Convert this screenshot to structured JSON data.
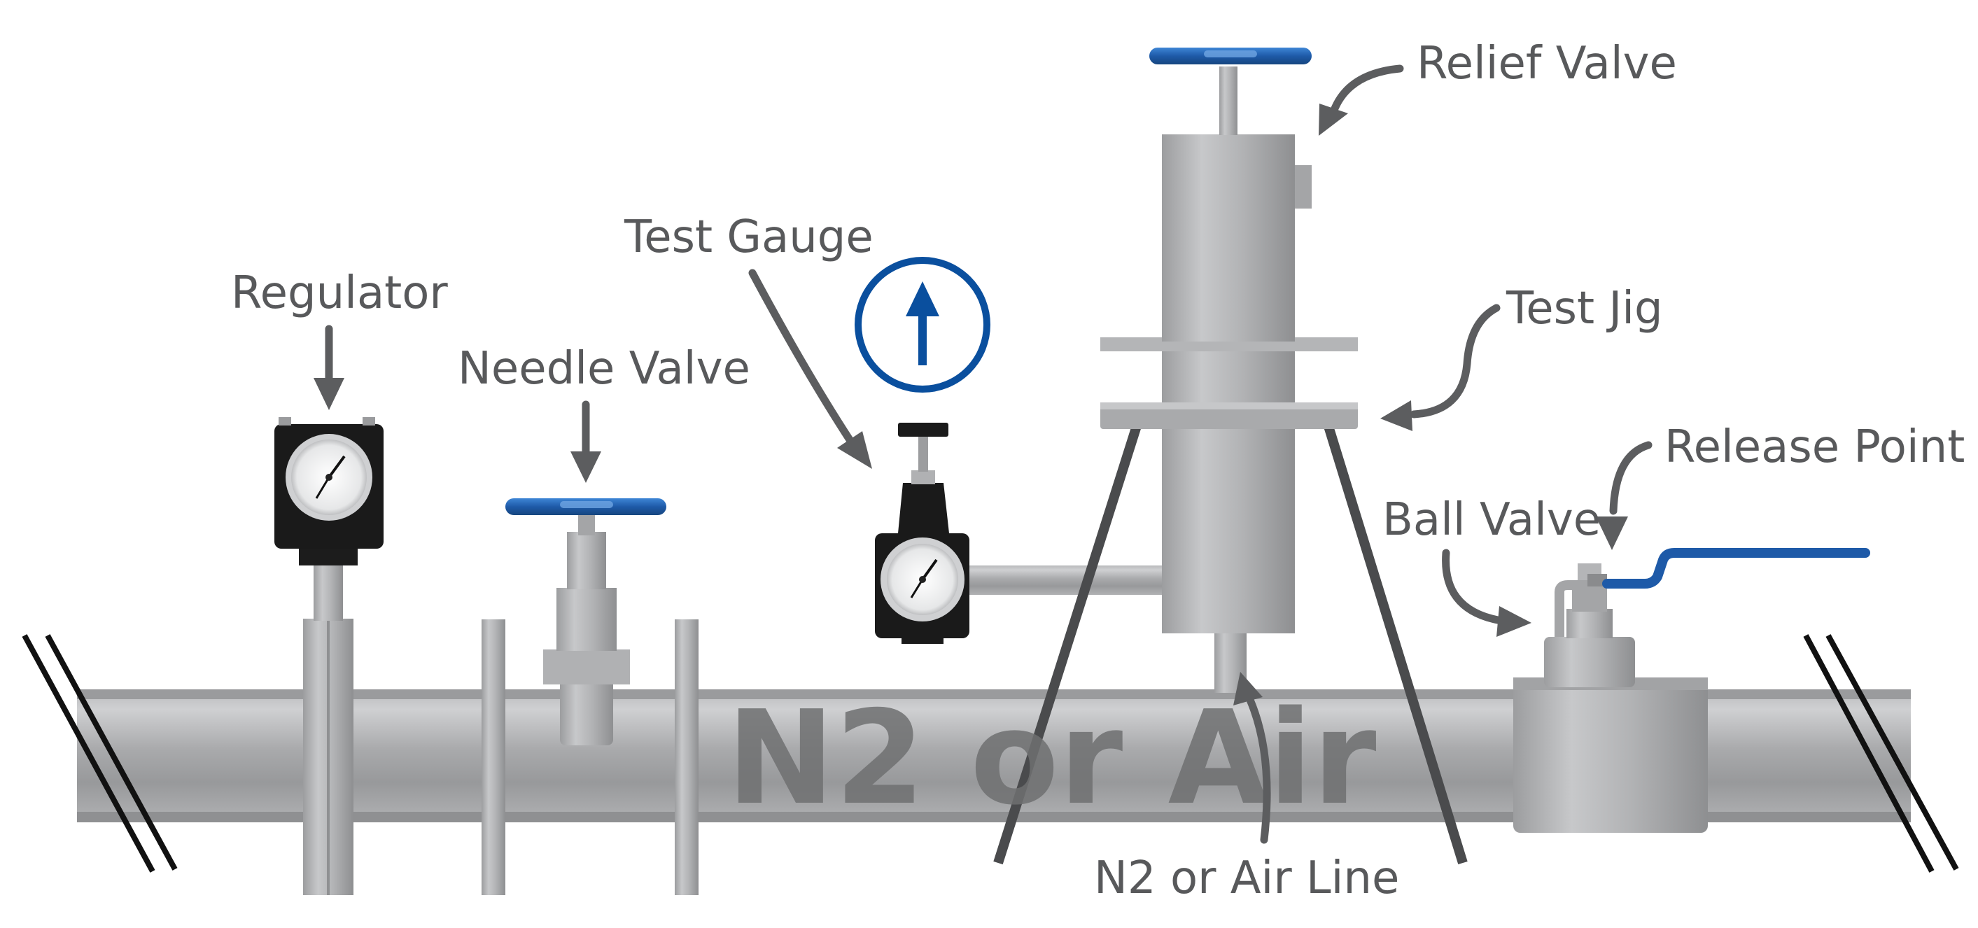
{
  "labels": {
    "regulator": "Regulator",
    "needle_valve": "Needle Valve",
    "test_gauge": "Test Gauge",
    "relief_valve": "Relief Valve",
    "test_jig": "Test Jig",
    "release_point": "Release Point",
    "ball_valve": "Ball Valve",
    "line": "N2 or Air Line"
  },
  "pipe_text": "N2 or Air",
  "colors": {
    "pipe_mid": "#a7a8aa",
    "pipe_light": "#c9cacc",
    "pipe_dark": "#8a8b8d",
    "handle_blue": "#1e5aa8",
    "gauge_black": "#1a1a1a",
    "label_gray": "#58595b",
    "flow_indicator_blue": "#0a4f9e"
  },
  "icons": [
    "flow-direction-arrow-icon"
  ]
}
